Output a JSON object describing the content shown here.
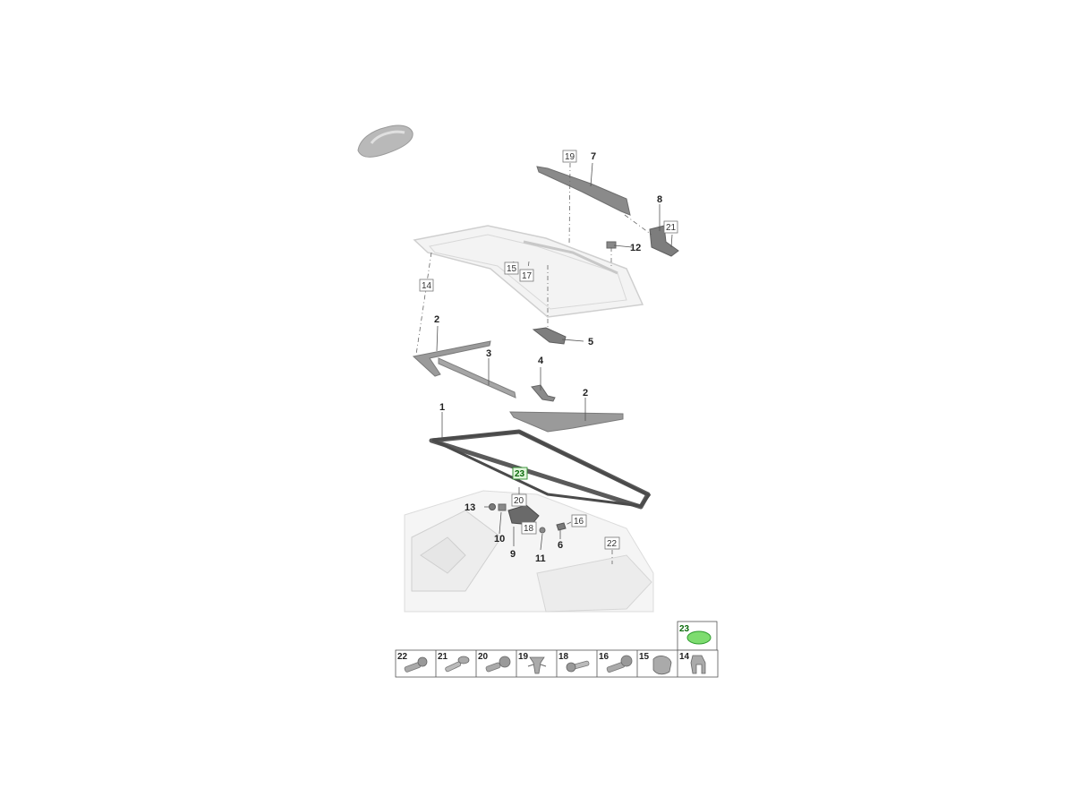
{
  "diagram": {
    "callouts": {
      "c1": "1",
      "c2a": "2",
      "c2b": "2",
      "c3": "3",
      "c4": "4",
      "c5": "5",
      "c6": "6",
      "c7": "7",
      "c8": "8",
      "c9": "9",
      "c10": "10",
      "c11": "11",
      "c12": "12",
      "c13": "13"
    },
    "boxed_callouts": {
      "b14": "14",
      "b15": "15",
      "b16": "16",
      "b17": "17",
      "b18": "18",
      "b19": "19",
      "b20": "20",
      "b21": "21",
      "b22": "22",
      "b23": "23"
    },
    "highlight_color": "#7ddc6f"
  },
  "parts_legend": {
    "highlighted": "23",
    "cells": [
      "22",
      "21",
      "20",
      "19",
      "18",
      "16",
      "15",
      "14"
    ]
  }
}
